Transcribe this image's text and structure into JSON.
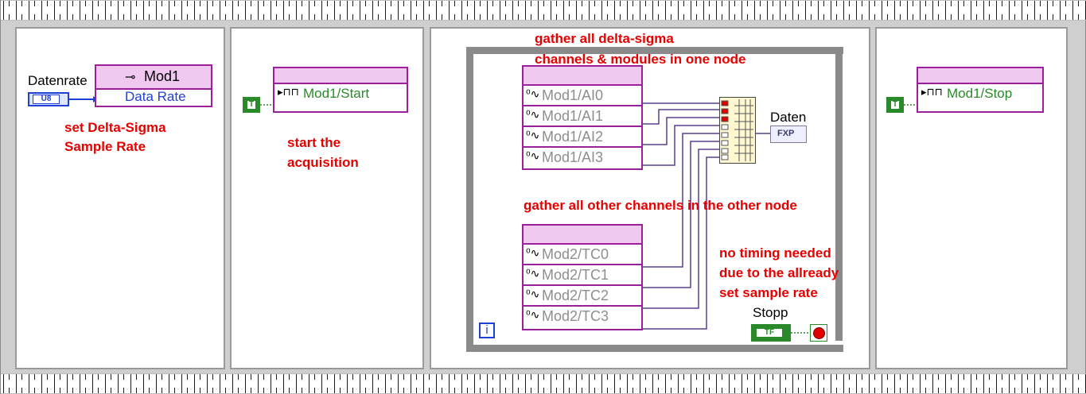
{
  "frame1": {
    "control_label": "Datenrate",
    "control_type": "U8",
    "property_node_module": "Mod1",
    "property_node_property": "Data Rate",
    "note_line1": "set Delta-Sigma",
    "note_line2": "Sample Rate"
  },
  "frame2": {
    "constant": "T",
    "method_label": "Mod1/Start",
    "note_line1": "start the",
    "note_line2": "acquisition"
  },
  "frame3": {
    "note_top_line1": "gather all delta-sigma",
    "note_top_line2": "channels & modules in one node",
    "node1_channels": [
      "Mod1/AI0",
      "Mod1/AI1",
      "Mod1/AI2",
      "Mod1/AI3"
    ],
    "note_middle": "gather all other channels in the other node",
    "node2_channels": [
      "Mod2/TC0",
      "Mod2/TC1",
      "Mod2/TC2",
      "Mod2/TC3"
    ],
    "indicator_label": "Daten",
    "indicator_type": "FXP",
    "note_right_line1": "no timing needed",
    "note_right_line2": "due to the allready",
    "note_right_line3": "set sample rate",
    "stop_label": "Stopp",
    "stop_type": "TF",
    "loop_iteration": "i"
  },
  "frame4": {
    "constant": "T",
    "method_label": "Mod1/Stop"
  },
  "colors": {
    "note_red": "#e60000",
    "node_border": "#9c1f9c",
    "node_header": "#f0c8f0",
    "boolean_green": "#2a8a2a",
    "numeric_blue": "#1f3fd6",
    "wire": "#5a3e94"
  },
  "icons": [
    "property-node-icon",
    "io-method-icon",
    "waveform-icon",
    "build-array-icon",
    "stop-condition-icon",
    "iteration-terminal-icon"
  ]
}
